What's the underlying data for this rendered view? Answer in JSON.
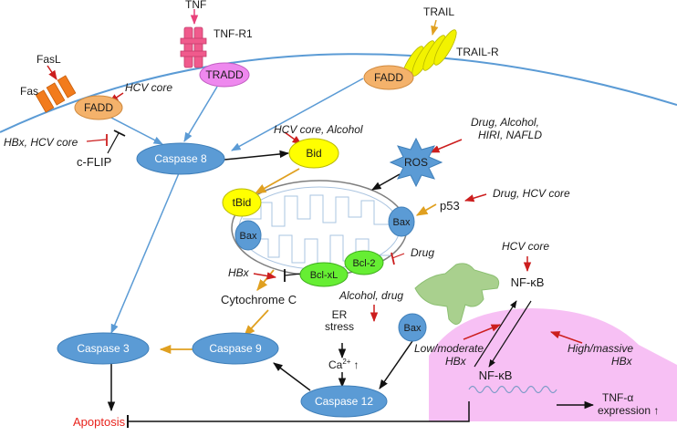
{
  "receptors": {
    "fasl": "FasL",
    "fas": "Fas",
    "fadd_left": "FADD",
    "tnf": "TNF",
    "tnf_r1": "TNF-R1",
    "tradd": "TRADD",
    "trail": "TRAIL",
    "trail_r": "TRAIL-R",
    "fadd_right": "FADD"
  },
  "nodes": {
    "caspase8": "Caspase 8",
    "bid": "Bid",
    "tbid": "tBid",
    "ros": "ROS",
    "bax_left": "Bax",
    "bax_right": "Bax",
    "bax_er": "Bax",
    "p53": "p53",
    "bcl2": "Bcl-2",
    "bclxl": "Bcl-xL",
    "cytochrome_c": "Cytochrome C",
    "caspase3": "Caspase 3",
    "caspase9": "Caspase 9",
    "caspase12": "Caspase 12",
    "cflip": "c-FLIP",
    "er_stress_line1": "ER",
    "er_stress_line2": "stress",
    "ca_base": "Ca",
    "ca_sup": "2+",
    "ca_arrow": "↑",
    "nfkb_top": "NF-κB",
    "nfkb_bottom": "NF-κB",
    "tnfa_line1": "TNF-α",
    "tnfa_line2": "expression ↑",
    "apoptosis": "Apoptosis"
  },
  "modulators": {
    "hcv_core_fadd": "HCV core",
    "hbx_hcv_core": "HBx, HCV core",
    "hcv_core_alcohol": "HCV core, Alcohol",
    "drug_ros_line1": "Drug, Alcohol,",
    "drug_ros_line2": "HIRI, NAFLD",
    "drug_hcv_core": "Drug, HCV core",
    "drug_bcl2": "Drug",
    "hbx_bclxl": "HBx",
    "alcohol_drug": "Alcohol, drug",
    "hcv_core_nfkb": "HCV core",
    "low_moderate_line1": "Low/moderate",
    "low_moderate_line2": "HBx",
    "high_massive_line1": "High/massive",
    "high_massive_line2": "HBx"
  },
  "colors": {
    "membrane": "#5b9bd5",
    "caspase_fill": "#5b9bd5",
    "bid_fill": "#ffff00",
    "bcl_fill": "#66ee33",
    "fadd_fill": "#f4b26b",
    "tradd_fill": "#ee88ee",
    "fas_receptor": "#f27b1c",
    "tnf_receptor": "#f05a8c",
    "trail_receptor": "#f2f200",
    "nucleus_fill": "#f7c0f4",
    "er_fill": "#a9d08e",
    "activation_arrow": "#e0a020",
    "inhibition_arrow": "#cc1e1e",
    "apoptosis_text": "#e8231d"
  }
}
